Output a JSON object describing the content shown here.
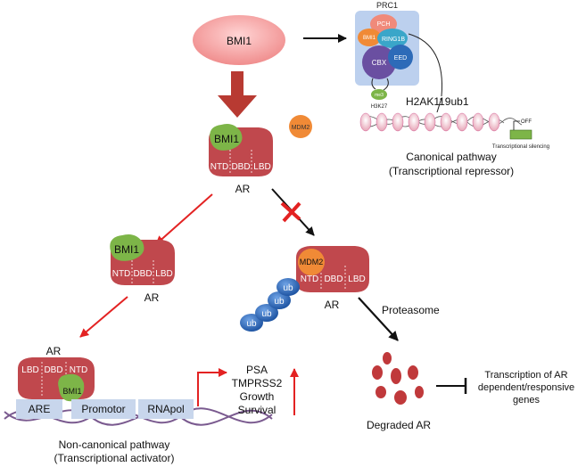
{
  "colors": {
    "bmi1_ellipse": "#f08d8d",
    "ar_domain": "#c0484d",
    "bmi1_green": "#7db548",
    "mdm2_orange": "#f08a36",
    "ub_blue": "#2d6bb8",
    "degraded": "#c0393b",
    "arrow_red": "#e32222",
    "arrow_dark_red": "#b83a32",
    "prc1_box": "#bcd0ee",
    "pch": "#f08a7a",
    "ring1b": "#3aa6c9",
    "cbx": "#6a4fa1",
    "eed": "#2d6bb8",
    "promoter_box": "#c8d6ec"
  },
  "top": {
    "bmi1": "BMI1"
  },
  "prc1": {
    "title": "PRC1",
    "pch": "PCH",
    "bmi1": "BMI1",
    "ring1b": "RING1B",
    "cbx": "CBX",
    "eed": "EED",
    "h3k27_mark": "me3",
    "h3k27": "H3K27",
    "h2ak": "H2AK119ub1",
    "off": "OFF",
    "silencing": "Transcriptional silencing",
    "canonical_1": "Canonical pathway",
    "canonical_2": "(Transcriptional repressor)"
  },
  "ar_top": {
    "bmi1": "BMI1",
    "ntd": "NTD",
    "dbd": "DBD",
    "lbd": "LBD",
    "label": "AR",
    "mdm2": "MDM2"
  },
  "ar_left": {
    "bmi1": "BMI1",
    "ntd": "NTD",
    "dbd": "DBD",
    "lbd": "LBD",
    "label": "AR"
  },
  "ar_mid": {
    "mdm2": "MDM2",
    "ntd": "NTD",
    "dbd": "DBD",
    "lbd": "LBD",
    "label": "AR",
    "ub": [
      "ub",
      "ub",
      "ub",
      "ub"
    ]
  },
  "proteasome": "Proteasome",
  "degraded": "Degraded AR",
  "transcription": [
    "Transcription of AR",
    "dependent/responsive",
    "genes"
  ],
  "bottom": {
    "ar_label": "AR",
    "lbd": "LBD",
    "dbd": "DBD",
    "ntd": "NTD",
    "bmi1": "BMI1",
    "are": "ARE",
    "promotor": "Promotor",
    "rnapol": "RNApol",
    "genes": [
      "PSA",
      "TMPRSS2",
      "Growth",
      "Survival"
    ],
    "noncanonical_1": "Non-canonical pathway",
    "noncanonical_2": "(Transcriptional activator)"
  }
}
